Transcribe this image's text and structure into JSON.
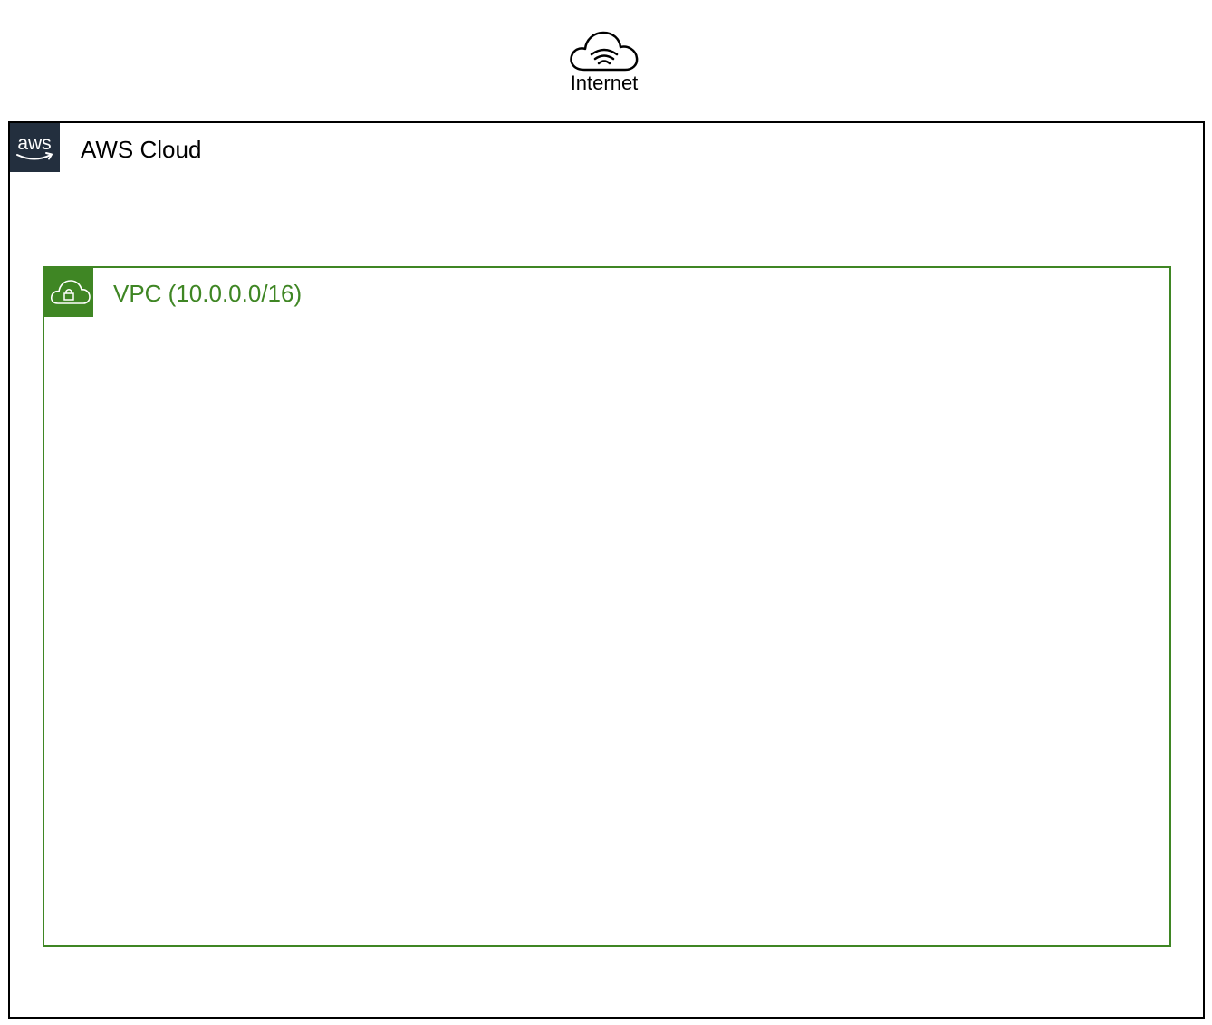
{
  "internet": {
    "label": "Internet",
    "icon": "internet-cloud-icon"
  },
  "aws_cloud": {
    "label": "AWS Cloud",
    "logo_text": "aws",
    "icon": "aws-logo-icon",
    "border_color": "#000000",
    "logo_bg_color": "#232f3e"
  },
  "vpc": {
    "label": "VPC (10.0.0.0/16)",
    "icon": "vpc-cloud-lock-icon",
    "accent_color": "#3f8624"
  }
}
